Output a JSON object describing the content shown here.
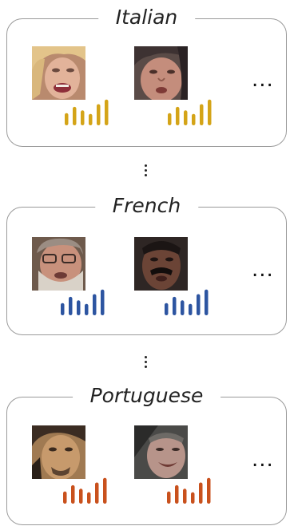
{
  "groups": [
    {
      "label": "Italian",
      "color": "#d4a418"
    },
    {
      "label": "French",
      "color": "#2d55a1"
    },
    {
      "label": "Portuguese",
      "color": "#c9511d"
    }
  ],
  "more_label": "...",
  "bar_levels": [
    0.45,
    0.68,
    0.55,
    0.42,
    0.78,
    0.95
  ],
  "icons": {
    "face": "face-thumbnail",
    "audio": "audio-bars-icon",
    "continuation": "vertical-ellipsis-icon"
  }
}
